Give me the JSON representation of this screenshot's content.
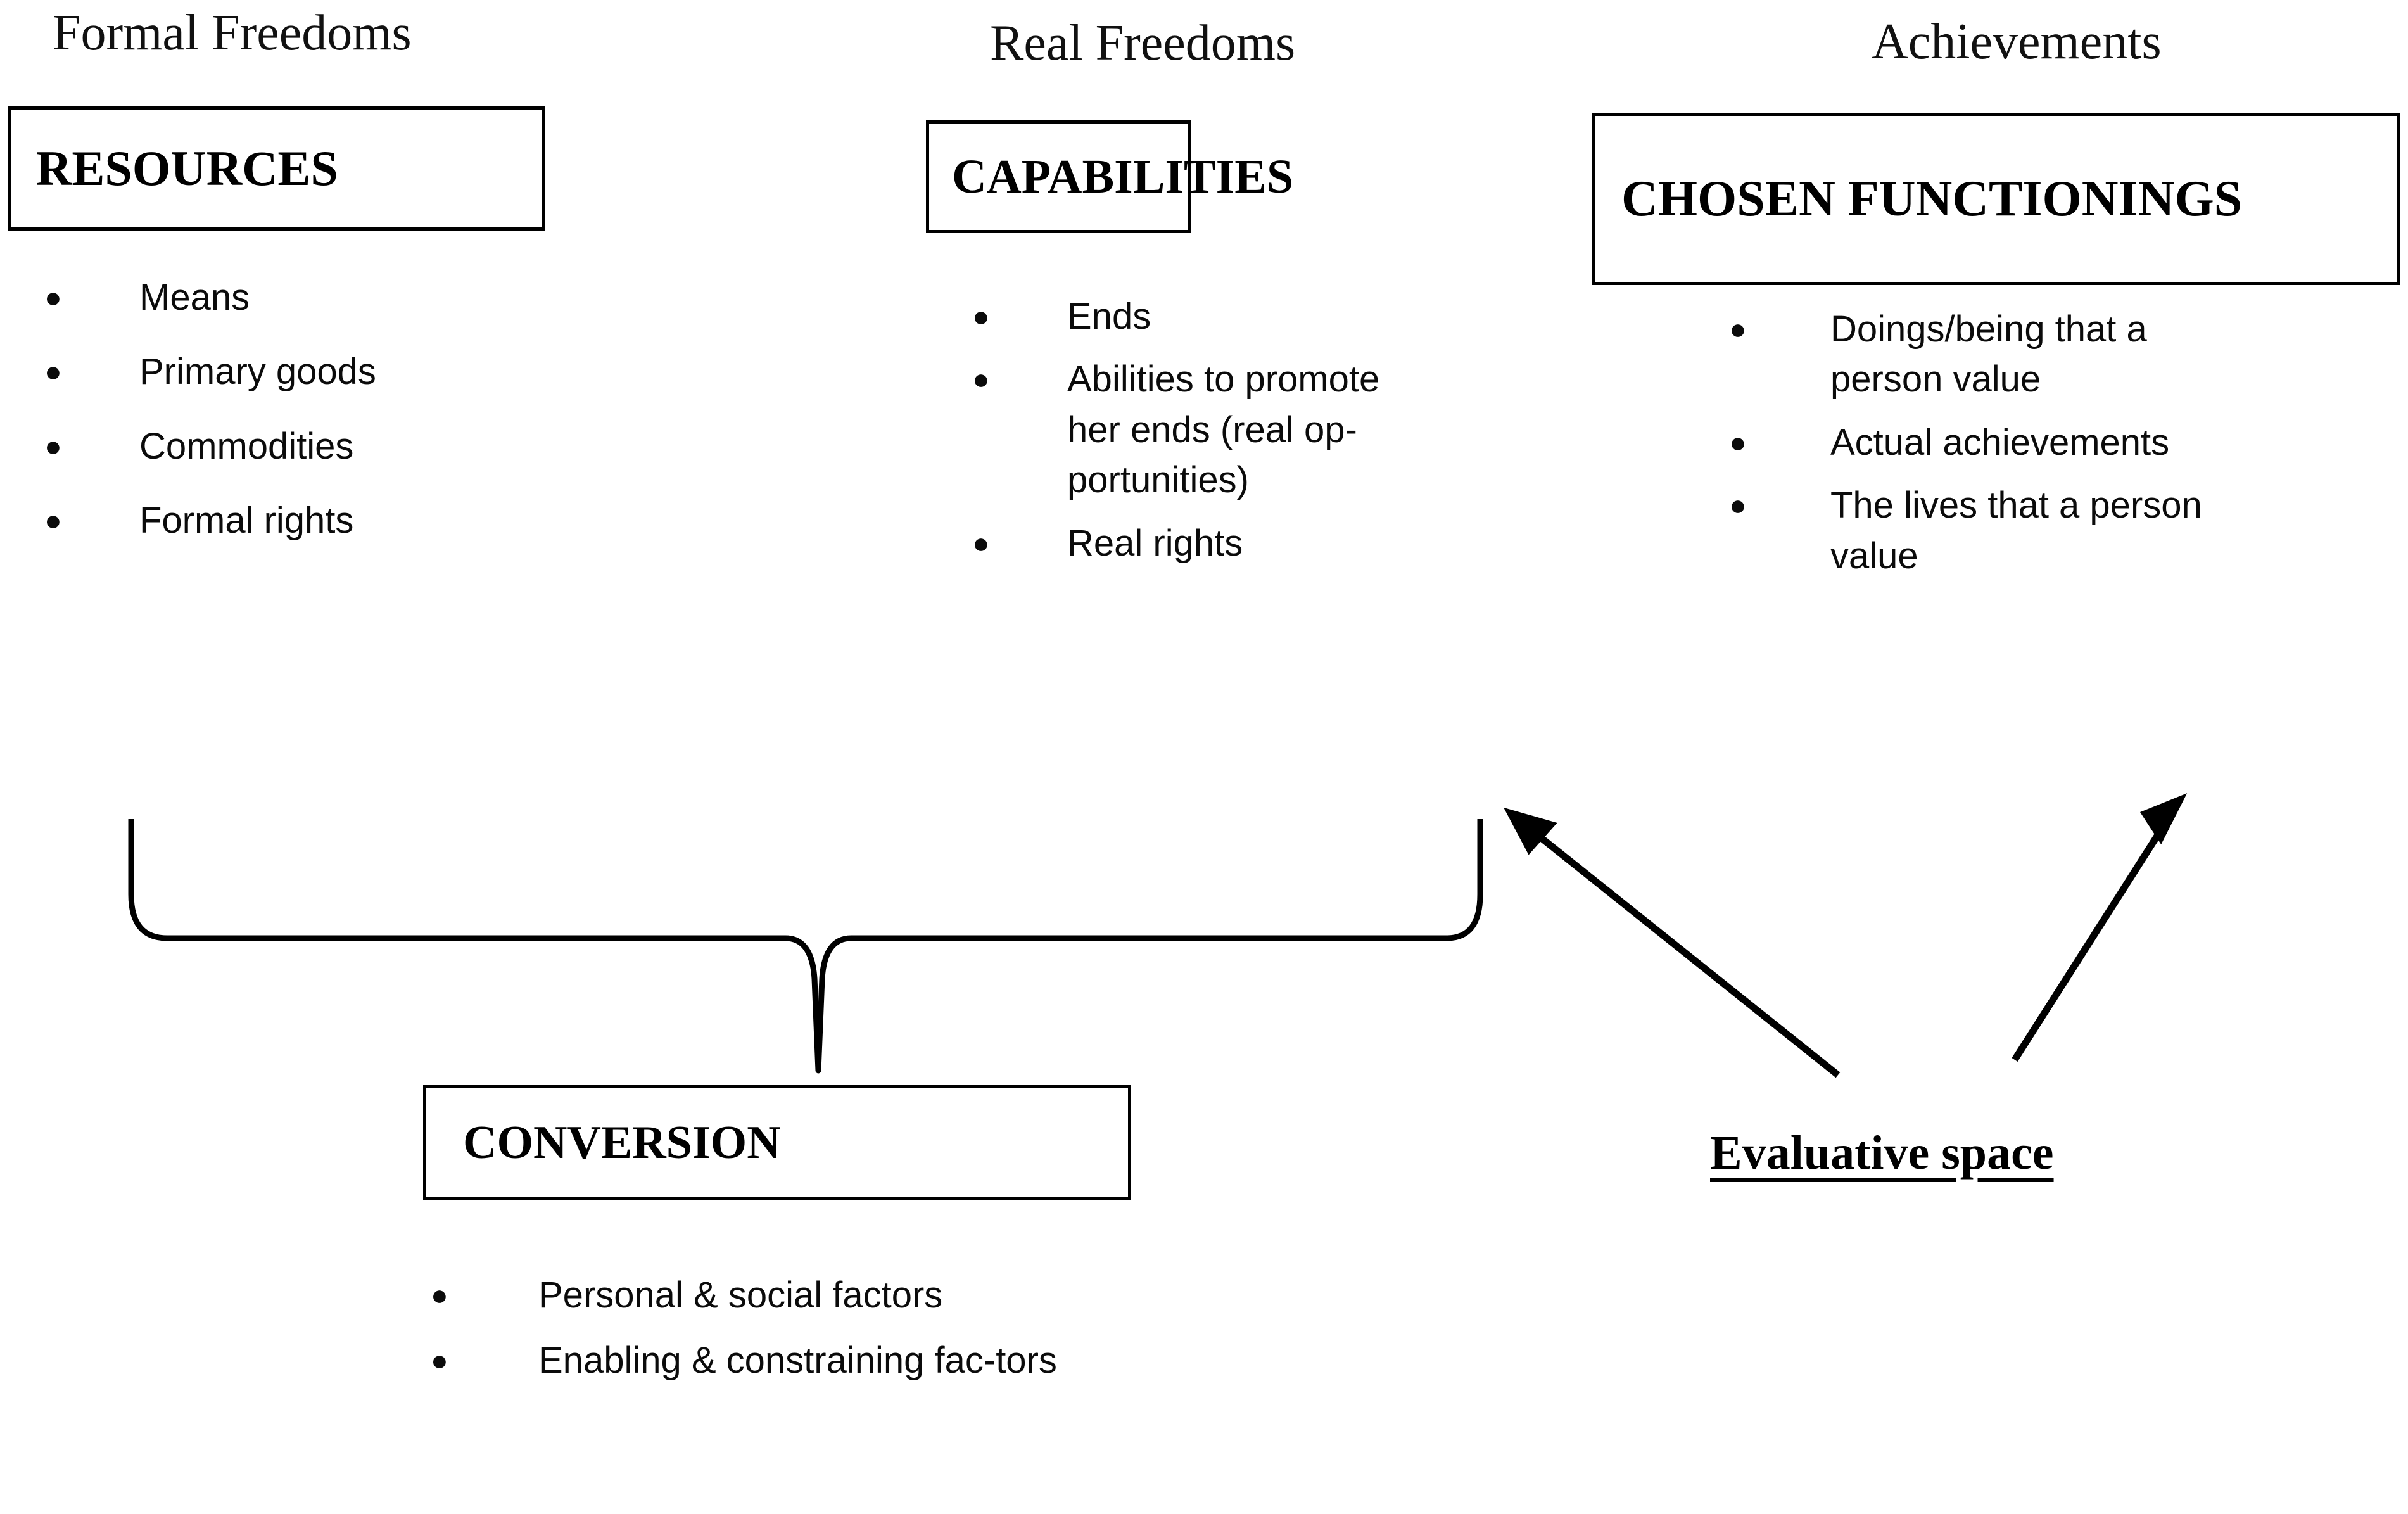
{
  "diagram": {
    "title_present": false,
    "columns": [
      {
        "id": "formal",
        "header": "Formal Freedoms",
        "box_label": "RESOURCES",
        "bullets": [
          "Means",
          "Primary goods",
          "Commodities",
          "Formal rights"
        ]
      },
      {
        "id": "real",
        "header": "Real Freedoms",
        "box_label": "CAPABILITIES",
        "bullets": [
          "Ends",
          "Abilities to promote her ends (real op-portunities)",
          "Real rights"
        ]
      },
      {
        "id": "achievements",
        "header": "Achievements",
        "box_label": "CHOSEN FUNCTIONINGS",
        "bullets": [
          "Doings/being that a person value",
          "Actual achievements",
          "The lives that a person value"
        ]
      }
    ],
    "conversion": {
      "box_label": "CONVERSION",
      "bullets": [
        "Personal & social factors",
        "Enabling & constraining fac-tors"
      ]
    },
    "evaluative": {
      "label": "Evaluative space"
    },
    "connectors": {
      "brace_name": "curly-brace-down",
      "arrow_left_name": "arrow-to-capabilities",
      "arrow_right_name": "arrow-to-chosen-functionings"
    },
    "colors": {
      "ink": "#000000",
      "background": "#ffffff"
    }
  }
}
